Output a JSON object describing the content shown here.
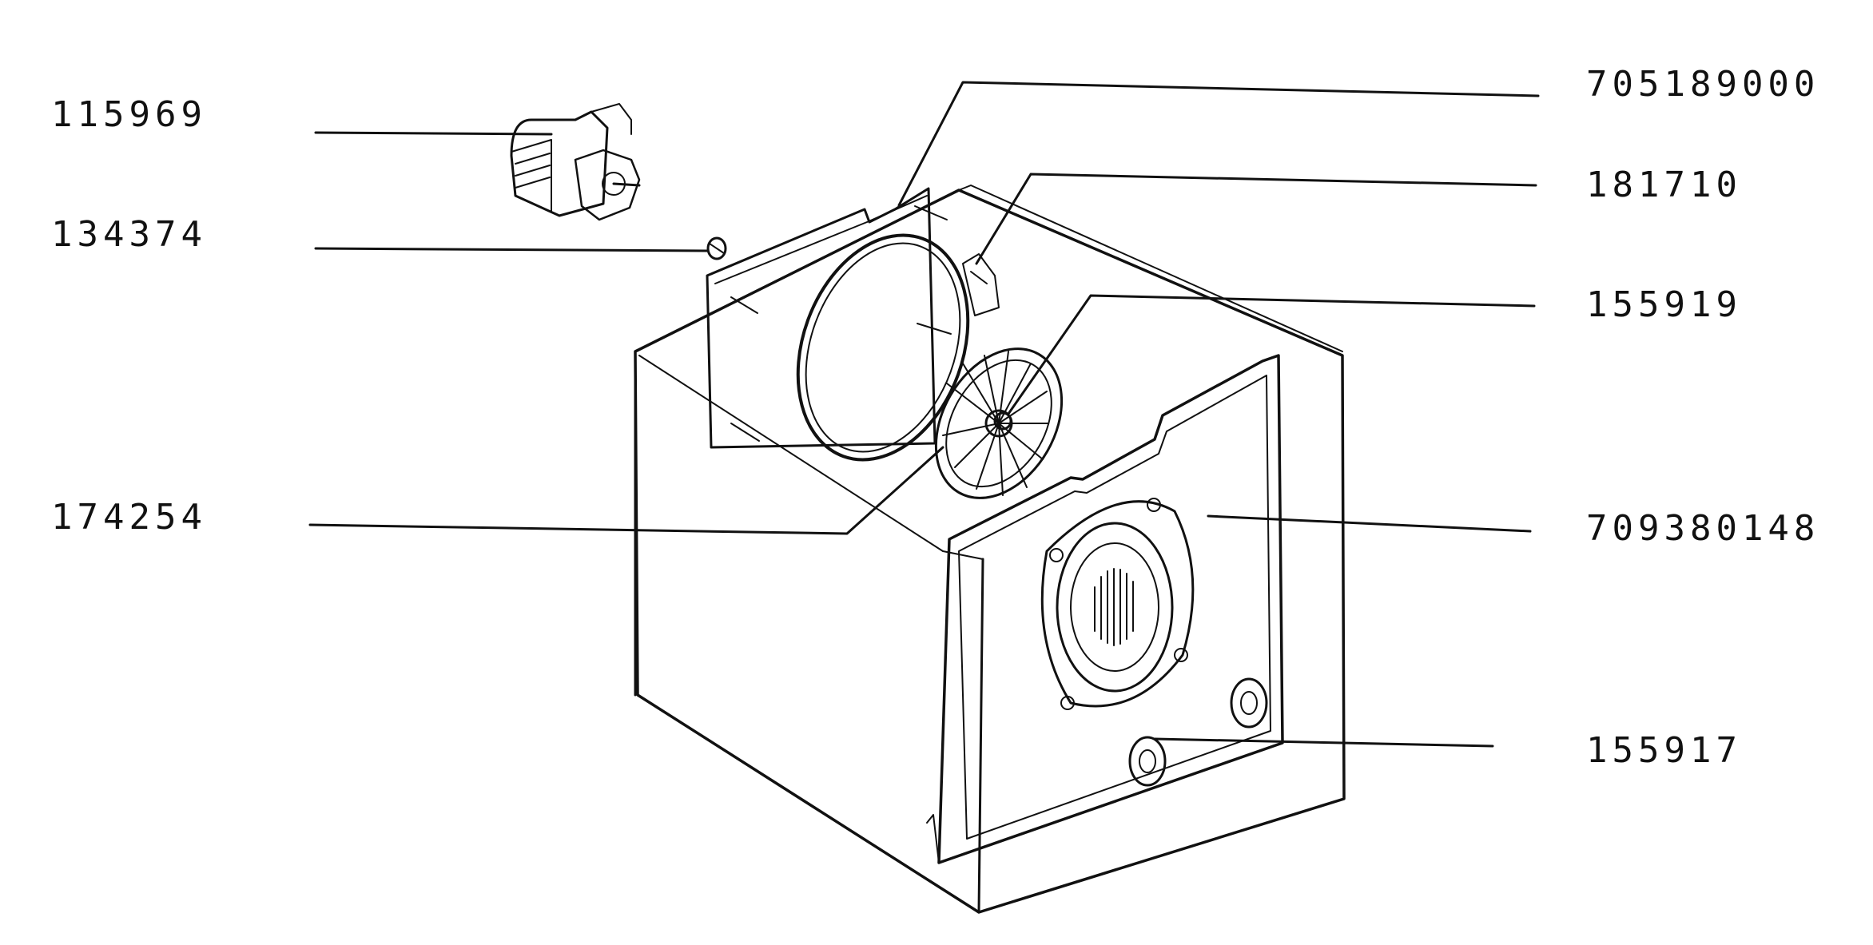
{
  "diagram": {
    "kind": "exploded parts view",
    "colors": {
      "ink": "#111111",
      "background": "#ffffff"
    },
    "part_numbers": {
      "motor": "115969",
      "screw": "134374",
      "fan_blade": "174254",
      "rear_cover": "705189000",
      "heating_element": "181710",
      "fan_nut": "155919",
      "back_panel": "709380148",
      "foot": "155917"
    }
  }
}
